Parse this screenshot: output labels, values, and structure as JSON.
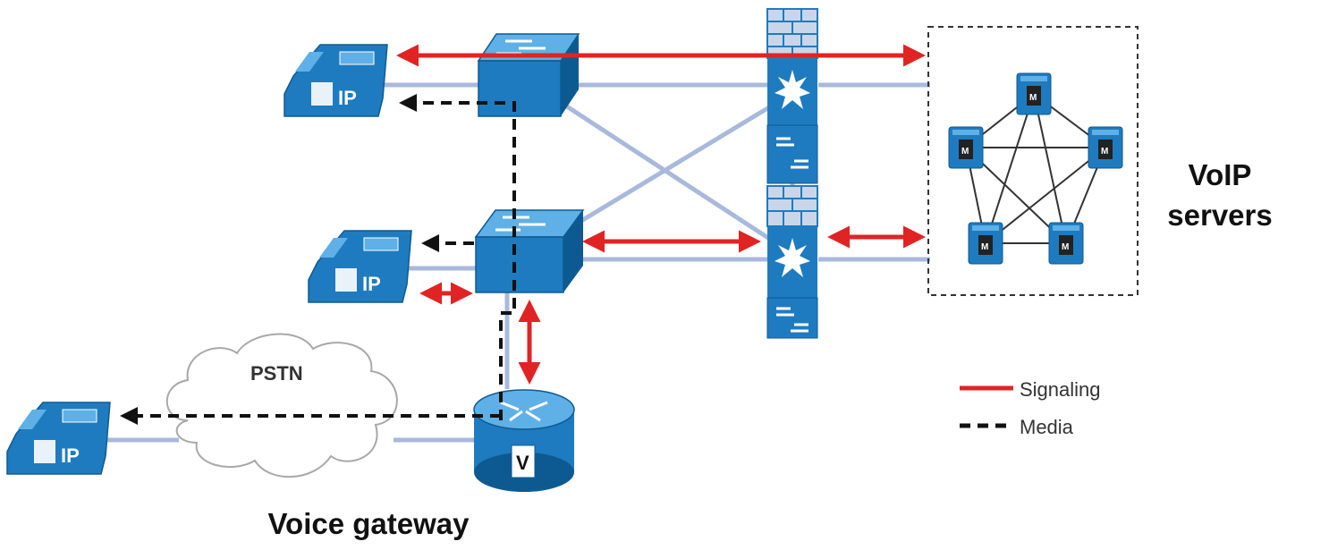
{
  "labels": {
    "voip_servers_line1": "VoIP",
    "voip_servers_line2": "servers",
    "voice_gateway": "Voice gateway",
    "pstn": "PSTN"
  },
  "legend": {
    "signaling": "Signaling",
    "media": "Media"
  },
  "icons": {
    "phone_label": "IP",
    "server_label": "M",
    "router_label": "V"
  },
  "colors": {
    "device_blue": "#1f7bbf",
    "device_light": "#5fb0e6",
    "device_dark": "#0d5a93",
    "link": "#a9b9dc",
    "signaling": "#e02424",
    "media": "#111111"
  }
}
